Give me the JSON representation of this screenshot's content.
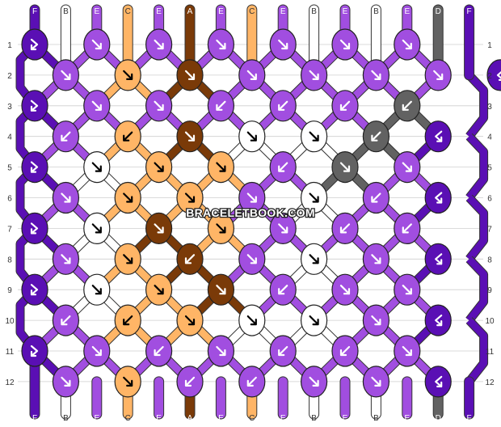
{
  "watermark": "BRACELETBOOK.COM",
  "colors": {
    "F": "#5a0fb4",
    "B": "#ffffff",
    "E": "#a14ee0",
    "C": "#ffb566",
    "A": "#7a3a08",
    "D": "#626262"
  },
  "strands": [
    "F",
    "B",
    "E",
    "C",
    "E",
    "A",
    "E",
    "C",
    "E",
    "B",
    "E",
    "B",
    "E",
    "D",
    "F"
  ],
  "rows": [
    "1",
    "2",
    "3",
    "4",
    "5",
    "6",
    "7",
    "8",
    "9",
    "10",
    "11",
    "12"
  ],
  "knots": [
    [
      "F",
      "E",
      "E",
      "E",
      "E",
      "E",
      "E"
    ],
    [
      "E",
      "C",
      "A",
      "E",
      "E",
      "E",
      "E",
      "F"
    ],
    [
      "F",
      "E",
      "E",
      "E",
      "E",
      "E",
      "D"
    ],
    [
      "E",
      "C",
      "A",
      "B",
      "B",
      "D",
      "F"
    ],
    [
      "F",
      "B",
      "C",
      "C",
      "E",
      "D",
      "E"
    ],
    [
      "E",
      "C",
      "C",
      "E",
      "B",
      "E",
      "F"
    ],
    [
      "F",
      "B",
      "A",
      "C",
      "E",
      "E",
      "E"
    ],
    [
      "E",
      "C",
      "A",
      "E",
      "B",
      "E",
      "F"
    ],
    [
      "F",
      "B",
      "C",
      "A",
      "E",
      "E",
      "E"
    ],
    [
      "E",
      "C",
      "C",
      "B",
      "B",
      "E",
      "F"
    ],
    [
      "F",
      "E",
      "E",
      "E",
      "E",
      "E",
      "E"
    ],
    [
      "E",
      "C",
      "E",
      "E",
      "E",
      "E",
      "F"
    ]
  ],
  "dirs": [
    [
      "fr",
      "f",
      "f",
      "f",
      "f",
      "f",
      "f"
    ],
    [
      "f",
      "f",
      "f",
      "f",
      "f",
      "f",
      "f",
      "bf"
    ],
    [
      "fr",
      "f",
      "f",
      "b",
      "b",
      "b",
      "b"
    ],
    [
      "b",
      "b",
      "f",
      "f",
      "f",
      "b",
      "bf"
    ],
    [
      "fr",
      "f",
      "f",
      "f",
      "b",
      "f",
      "f"
    ],
    [
      "f",
      "f",
      "f",
      "f",
      "f",
      "b",
      "bf"
    ],
    [
      "fr",
      "f",
      "f",
      "f",
      "f",
      "b",
      "b"
    ],
    [
      "f",
      "f",
      "b",
      "f",
      "f",
      "f",
      "bf"
    ],
    [
      "fr",
      "f",
      "f",
      "f",
      "b",
      "f",
      "f"
    ],
    [
      "b",
      "b",
      "f",
      "f",
      "f",
      "f",
      "bf"
    ],
    [
      "fr",
      "f",
      "b",
      "f",
      "b",
      "b",
      "f"
    ],
    [
      "f",
      "f",
      "b",
      "b",
      "f",
      "f",
      "bf"
    ]
  ]
}
